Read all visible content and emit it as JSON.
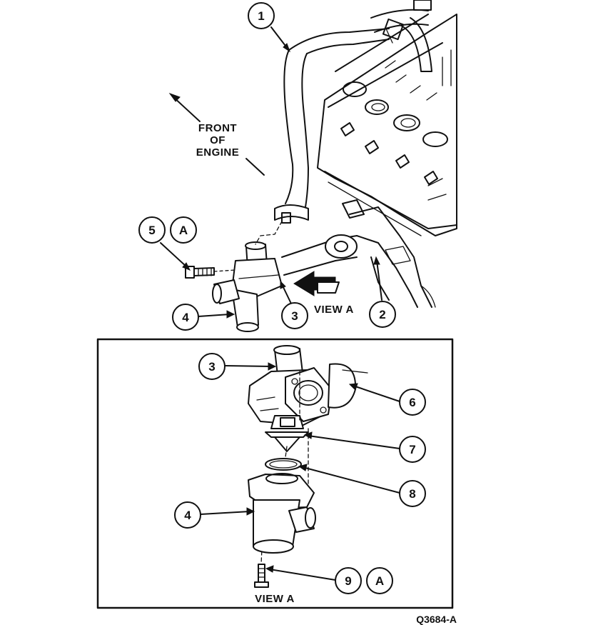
{
  "labels": {
    "front_line1": "FRONT",
    "front_line2": "OF",
    "front_line3": "ENGINE",
    "view_a_top": "VIEW A",
    "view_a_bottom": "VIEW A",
    "figure_id": "Q3684-A"
  },
  "callouts": [
    {
      "id": "c1",
      "number": "1"
    },
    {
      "id": "c2",
      "number": "2"
    },
    {
      "id": "c3-top",
      "number": "3"
    },
    {
      "id": "c4-top",
      "number": "4"
    },
    {
      "id": "c5",
      "number": "5",
      "letter": "A"
    },
    {
      "id": "c3-inset",
      "number": "3"
    },
    {
      "id": "c4-inset",
      "number": "4"
    },
    {
      "id": "c6",
      "number": "6"
    },
    {
      "id": "c7",
      "number": "7"
    },
    {
      "id": "c8",
      "number": "8"
    },
    {
      "id": "c9",
      "number": "9",
      "letter": "A"
    }
  ]
}
